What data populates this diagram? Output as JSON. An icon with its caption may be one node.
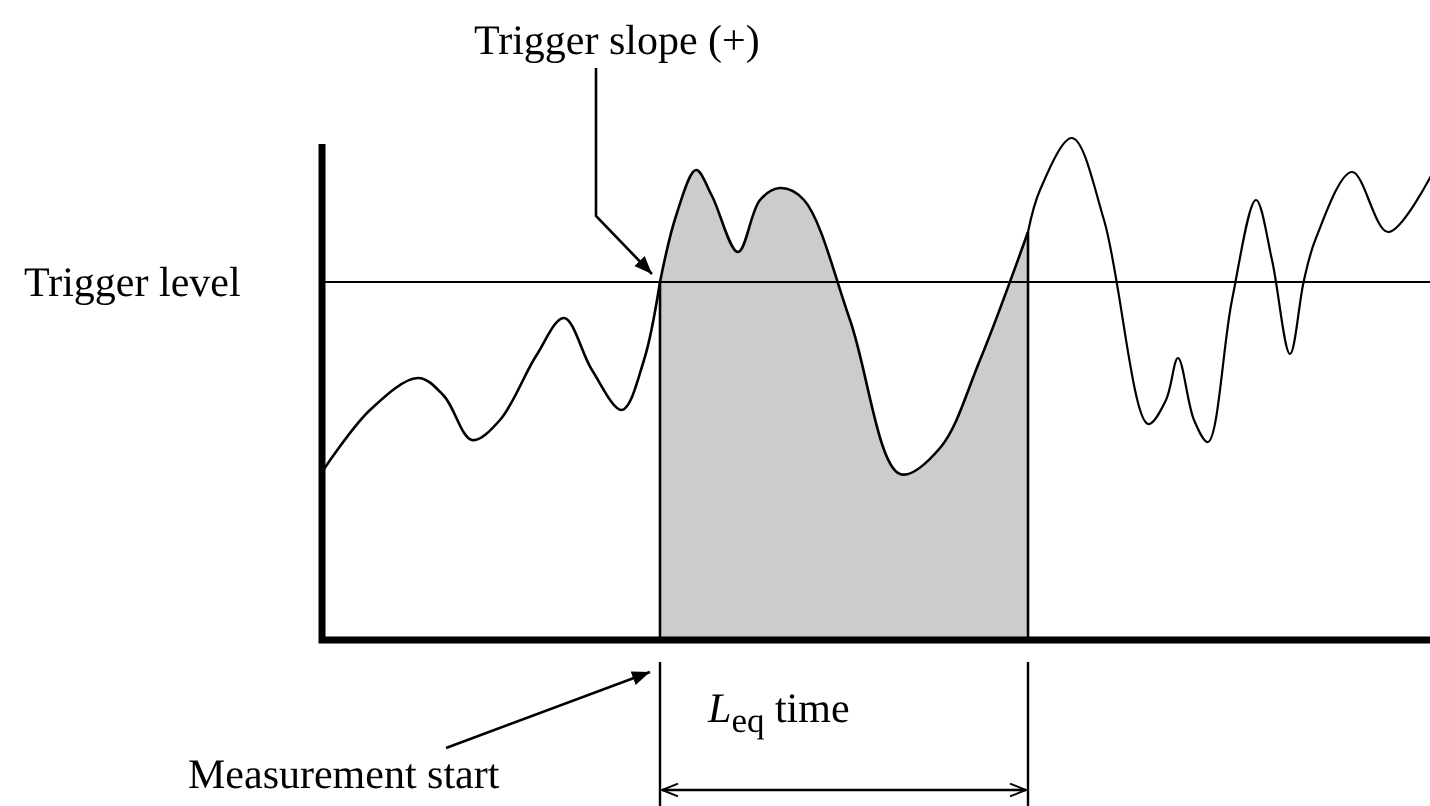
{
  "diagram": {
    "nodes": [
      {
        "text": [
          "Trigger slope (+)"
        ]
      },
      {
        "text": [
          "Trigger level"
        ]
      },
      {
        "text": [
          "Measurement start"
        ]
      }
    ],
    "edges": [
      {
        "from": 0,
        "to": null,
        "arrow": "to"
      },
      {
        "from": 2,
        "to": null,
        "arrow": "to"
      }
    ],
    "labels": [
      "*L*$_{eq}$ time"
    ]
  }
}
